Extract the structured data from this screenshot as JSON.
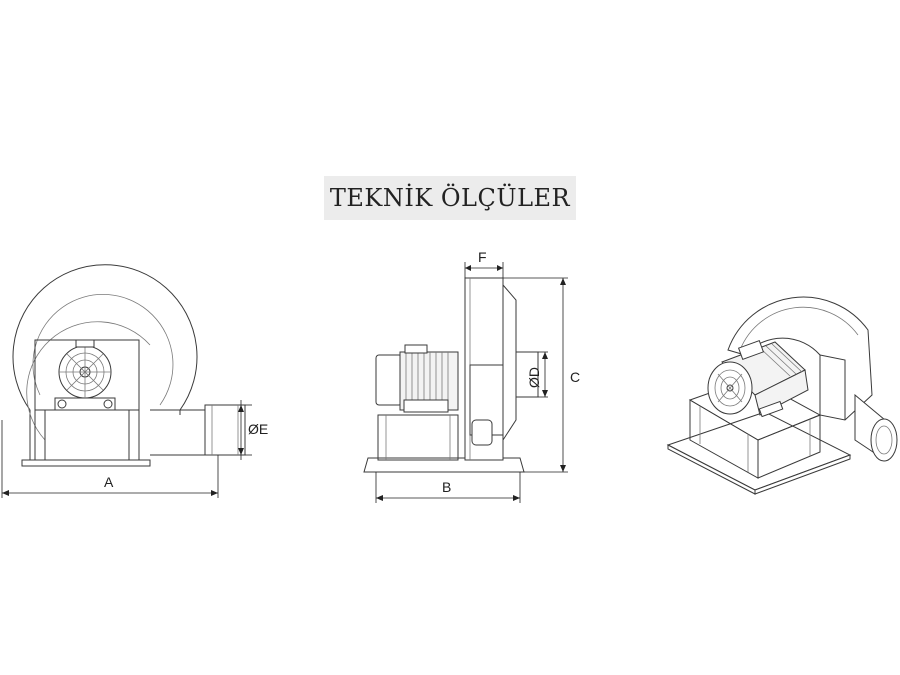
{
  "title": "TEKNİK ÖLÇÜLER",
  "dimensions": {
    "A": "A",
    "B": "B",
    "C": "C",
    "D": "ØD",
    "E": "ØE",
    "F": "F"
  },
  "colors": {
    "line": "#3a3a3a",
    "title_background": "#ececec"
  }
}
